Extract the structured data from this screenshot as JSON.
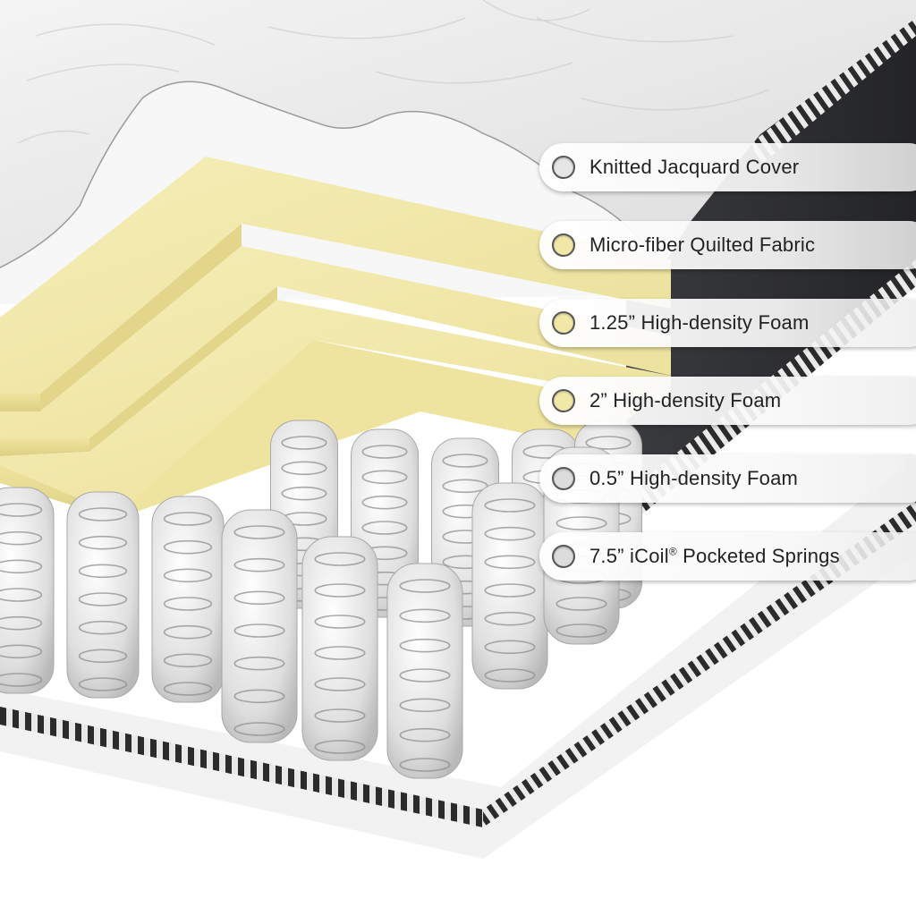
{
  "layers": [
    {
      "label": "Knitted Jacquard Cover",
      "swatch": "#e6e6e6"
    },
    {
      "label": "Micro-fiber Quilted Fabric",
      "swatch": "#f1e8a8"
    },
    {
      "label": "1.25” High-density Foam",
      "swatch": "#f1e8a8"
    },
    {
      "label": "2” High-density Foam",
      "swatch": "#f1e8a8"
    },
    {
      "label": "0.5” High-density Foam",
      "swatch": "#dcdcdc"
    },
    {
      "label_prefix": "7.5” iCoil",
      "label_mark": "®",
      "label_suffix": " Pocketed Springs",
      "swatch": "#dcdcdc"
    }
  ],
  "colors": {
    "foam": "#f1e6a2",
    "foam_edge": "#d9cc7f",
    "cover": "#eeeeee",
    "side_panel": "#2f3033",
    "spring_pocket": "#e4e4e4"
  }
}
